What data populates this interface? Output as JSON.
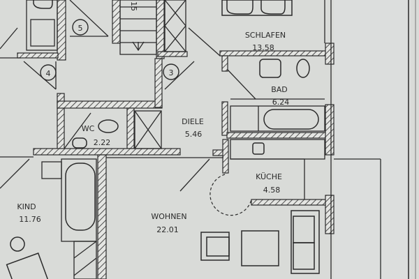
{
  "plan": {
    "rooms": [
      {
        "name": "SCHLAFEN",
        "area": "13.58"
      },
      {
        "name": "BAD",
        "area": "6.24"
      },
      {
        "name": "DIELE",
        "area": "5.46"
      },
      {
        "name": "WC",
        "area": "2.22"
      },
      {
        "name": "KÜCHE",
        "area": "4.58"
      },
      {
        "name": "KIND",
        "area": "11.76"
      },
      {
        "name": "WOHNEN",
        "area": "22.01"
      }
    ],
    "door_markers": [
      "5",
      "4",
      "3"
    ],
    "stair_label": "15"
  },
  "colors": {
    "paper": "#d9dbd8",
    "ink": "#2b2b2b"
  }
}
